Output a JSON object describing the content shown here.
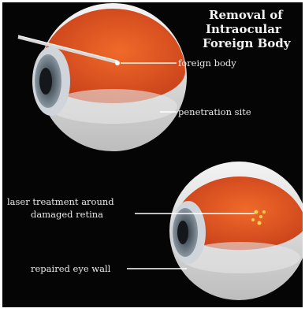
{
  "title": {
    "line1": "Removal of",
    "line2": "Intraocular",
    "line3": "Foreign Body"
  },
  "labels": {
    "foreign_body": "foreign body",
    "penetration_site": "penetration site",
    "laser_line1": "laser treatment around",
    "laser_line2": "damaged retina",
    "repaired_wall": "repaired eye wall"
  },
  "colors": {
    "background": "#050505",
    "eye_interior": "#e0501c",
    "sclera": "#eeeeee",
    "iris": "#5a6670",
    "label_text": "#e8e8e8"
  }
}
